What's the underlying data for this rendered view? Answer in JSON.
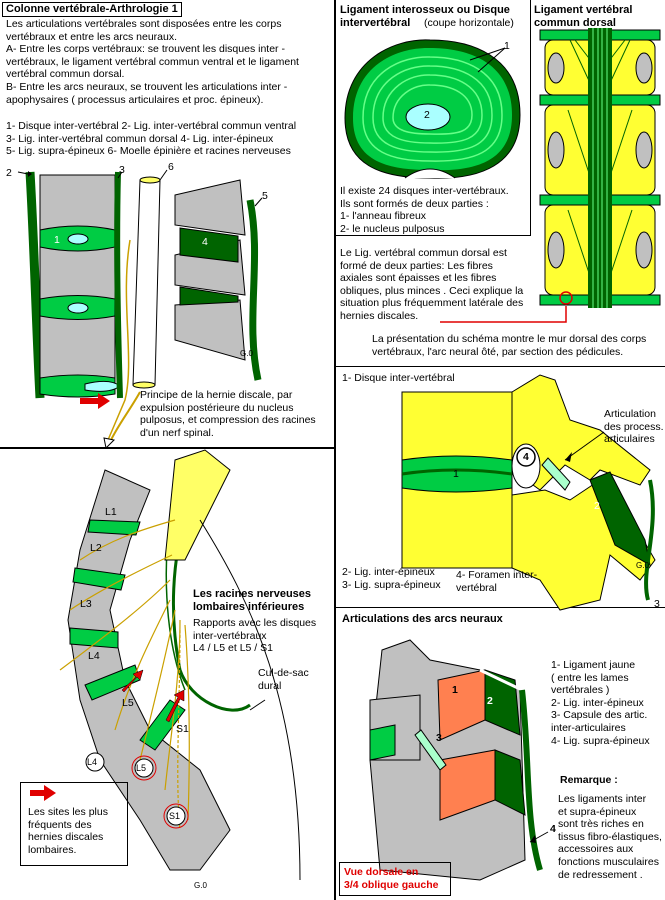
{
  "panel1": {
    "title": "Colonne vertébrale-Arthrologie 1",
    "intro": "Les articulations vertébrales sont disposées entre les corps\nvertébraux et entre les arcs neuraux.\nA- Entre les corps vertébraux: se trouvent les disques inter -\nvertébraux, le ligament vertébral commun ventral et le ligament\nvertébral commun dorsal.\nB- Entre les arcs neuraux, se trouvent les articulations inter -\napophysaires ( processus articulaires et proc. épineux).",
    "legend": "1- Disque inter-vertébral     2- Lig. inter-vertébral commun ventral\n3- Lig. inter-vertébral commun dorsal  4- Lig. inter-épineux\n5- Lig. supra-épineux      6- Moelle épinière et racines nerveuses",
    "hernia_caption": "Principe de la hernie discale, par\n expulsion  postérieure  du nucleus\n pulposus, et compression des racines\n d'un nerf spinal.",
    "num1": "1",
    "num2": "2",
    "num3": "3",
    "num4": "4",
    "num5": "5",
    "num6": "6",
    "signature": "G.0"
  },
  "panel2": {
    "title": "Ligament interosseux ou Disque\nintervertébral",
    "subtitle": "(coupe horizontale)",
    "num1": "1",
    "num2": "2",
    "text": "Il existe 24 disques inter-vertébraux.\nIls sont formés de deux parties :\n1- l'anneau fibreux\n2- le nucleus pulposus"
  },
  "panel3": {
    "title": "Ligament vertébral\ncommun  dorsal",
    "text": "Le Lig. vertébral commun dorsal est\nformé de deux parties: Les fibres\naxiales sont épaisses et les fibres\nobliques, plus minces . Ceci explique la\nsituation plus fréquemment latérale des\nhernies  discales.",
    "note": "La présentation du schéma montre le mur dorsal des corps\nvertébraux, l'arc neural ôté, par section des pédicules."
  },
  "panel4": {
    "title": "1- Disque inter-vertébral",
    "label_articulation": "Articulation\ndes process.\narticulaires",
    "legend_left": "2- Lig. inter-épineux\n3- Lig. supra-épineux",
    "legend_right": "4- Foramen inter-\n    vertébral",
    "num1": "1",
    "num2": "2",
    "num3": "3",
    "num4": "4",
    "signature": "G.0"
  },
  "panel5": {
    "title": "Les racines nerveuses\nlombaires inférieures",
    "subtitle": "Rapports avec les disques\n       inter-vertébraux\n       L4 / L5 et L5 / S1",
    "cul_de_sac": "Cul-de-sac\ndural",
    "vertebrae": [
      "L1",
      "L2",
      "L3",
      "L4",
      "L5",
      "S1"
    ],
    "circle_l4": "L4",
    "circle_l5": "L5",
    "circle_s1": "S1",
    "legend": "Les sites les plus\nfréquents des\nhernies discales\nlombaires.",
    "signature": "G.0"
  },
  "panel6": {
    "title": "Articulations des arcs neuraux",
    "legend": "1- Ligament jaune\n    ( entre les lames\n     vertébrales )\n2- Lig. inter-épineux\n3- Capsule des artic.\n    inter-articulaires\n4- Lig. supra-épineux",
    "remark_title": "Remarque :",
    "remark": "Les ligaments inter\net supra-épineux\nsont très riches en\ntissus fibro-élastiques,\naccessoires aux\nfonctions musculaires\nde redressement .",
    "view_label": "Vue dorsale en\n3/4 oblique gauche",
    "num1": "1",
    "num2": "2",
    "num3": "3",
    "num4": "4"
  },
  "colors": {
    "dark_green": "#006400",
    "green": "#00cc44",
    "light_green": "#66ff88",
    "yellow": "#ffff33",
    "gray": "#c0c0c0",
    "red": "#e00000",
    "orange": "#ff8050"
  }
}
